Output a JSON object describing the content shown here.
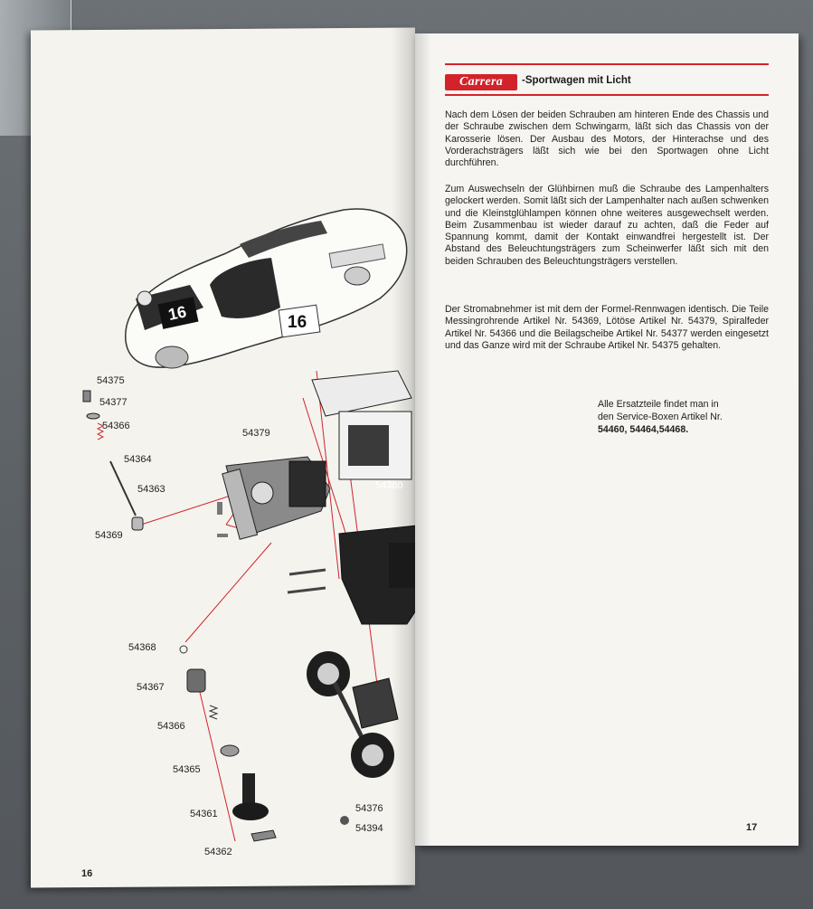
{
  "header": {
    "brand": "Carrera",
    "title": "-Sportwagen mit Licht"
  },
  "paragraphs": [
    "Nach dem Lösen der beiden Schrauben am hinteren Ende des Chassis und der Schraube zwischen dem Schwingarm, läßt sich das Chassis von der Karosserie lösen. Der Ausbau des Motors, der Hinterachse und des Vorderachsträgers läßt sich wie bei den Sportwagen ohne Licht durchführen.",
    "Zum Auswechseln der Glühbirnen muß die Schraube des Lampenhalters gelockert werden. Somit läßt sich der Lampenhalter nach außen schwenken und die Kleinstglühlampen können ohne weiteres ausgewechselt werden. Beim Zusammenbau ist wieder darauf zu achten, daß die Feder auf Spannung kommt, damit der Kontakt einwandfrei hergestellt ist. Der Abstand des Beleuchtungsträgers zum Scheinwerfer läßt sich mit den beiden Schrauben des Beleuchtungsträgers verstellen.",
    "Der Stromabnehmer ist mit dem der Formel-Rennwagen identisch. Die Teile Messingrohrende Artikel Nr. 54369, Lötöse Artikel Nr. 54379, Spiralfeder Artikel Nr. 54366 und die Beilagscheibe Artikel Nr. 54377 werden eingesetzt und das Ganze wird mit der Schraube Artikel Nr. 54375 gehalten."
  ],
  "spares": {
    "line1": "Alle Ersatzteile findet man in",
    "line2": "den Service-Boxen Artikel Nr.",
    "line3": "54460,  54464,54468."
  },
  "pages": {
    "left": "16",
    "right": "17"
  },
  "car_number": "16",
  "part_labels": {
    "p54375": "54375",
    "p54377": "54377",
    "p54366a": "54366",
    "p54364": "54364",
    "p54363": "54363",
    "p54369": "54369",
    "p54379": "54379",
    "p54380": "54380",
    "p54368": "54368",
    "p54367": "54367",
    "p54366b": "54366",
    "p54365": "54365",
    "p54361": "54361",
    "p54362": "54362",
    "p54376": "54376",
    "p54394": "54394"
  },
  "colors": {
    "brand_red": "#d2232a",
    "paper": "#f5f4ef"
  }
}
